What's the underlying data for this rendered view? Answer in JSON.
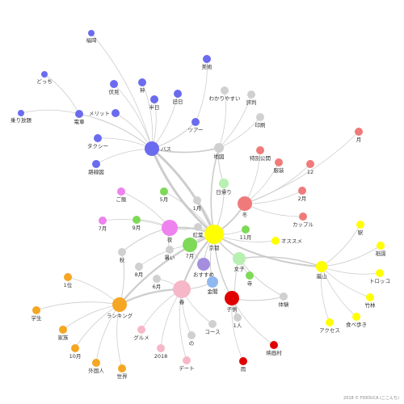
{
  "chart_data": {
    "type": "network",
    "colors": {
      "blue": "#6b6bf0",
      "gray": "#d0d0d0",
      "red": "#f07a7a",
      "yellow": "#ffff00",
      "orange": "#f5a623",
      "violet": "#ee82ee",
      "green": "#7ed957",
      "lightgreen": "#b7f0b1",
      "pink": "#f6b8c8",
      "purple": "#a58ee0",
      "crimson": "#e00000",
      "skyblue": "#8fb8f0",
      "edge": "#c4c4c4"
    },
    "nodes": [
      {
        "id": "bus",
        "label": "バス",
        "color": "blue"
      },
      {
        "id": "fukuoka",
        "label": "福岡",
        "color": "blue"
      },
      {
        "id": "dotchi",
        "label": "どっち",
        "color": "blue"
      },
      {
        "id": "norihoudai",
        "label": "乗り放題",
        "color": "blue"
      },
      {
        "id": "densha",
        "label": "電車",
        "color": "blue"
      },
      {
        "id": "fukuso",
        "label": "伏見",
        "color": "blue"
      },
      {
        "id": "merit",
        "label": "メリット",
        "color": "blue"
      },
      {
        "id": "tachi",
        "label": "神",
        "color": "blue"
      },
      {
        "id": "hanhi",
        "label": "半日",
        "color": "blue"
      },
      {
        "id": "hinichi",
        "label": "旧日",
        "color": "blue"
      },
      {
        "id": "taxi",
        "label": "タクシー",
        "color": "blue"
      },
      {
        "id": "rosenzu",
        "label": "路線図",
        "color": "blue"
      },
      {
        "id": "tour",
        "label": "ツアー",
        "color": "blue"
      },
      {
        "id": "bijutsu",
        "label": "美術",
        "color": "blue"
      },
      {
        "id": "wakariyasui",
        "label": "わかりやすい",
        "color": "gray"
      },
      {
        "id": "hyouban",
        "label": "評判",
        "color": "gray"
      },
      {
        "id": "insatsu",
        "label": "印刷",
        "color": "gray"
      },
      {
        "id": "chizu",
        "label": "地図",
        "color": "gray"
      },
      {
        "id": "kyoto",
        "label": "京都",
        "color": "yellow"
      },
      {
        "id": "fuyu",
        "label": "冬",
        "color": "red"
      },
      {
        "id": "tsuki",
        "label": "月",
        "color": "red"
      },
      {
        "id": "tokubetsu",
        "label": "特別公開",
        "color": "red"
      },
      {
        "id": "fukusou",
        "label": "服装",
        "color": "red"
      },
      {
        "id": "n12",
        "label": "12",
        "color": "red"
      },
      {
        "id": "n2gatsu",
        "label": "2月",
        "color": "red"
      },
      {
        "id": "couple",
        "label": "カップル",
        "color": "red"
      },
      {
        "id": "higaeri",
        "label": "日帰り",
        "color": "lightgreen"
      },
      {
        "id": "n5gatsu",
        "label": "5月",
        "color": "green"
      },
      {
        "id": "n1gatsu",
        "label": "1月",
        "color": "gray"
      },
      {
        "id": "n9gatsu",
        "label": "9月",
        "color": "green"
      },
      {
        "id": "n11gatsu",
        "label": "11月",
        "color": "green"
      },
      {
        "id": "osusume",
        "label": "オススメ",
        "color": "yellow"
      },
      {
        "id": "shiori",
        "label": "ご飯",
        "color": "violet"
      },
      {
        "id": "n7gatsu",
        "label": "7月",
        "color": "violet"
      },
      {
        "id": "yoru",
        "label": "夜",
        "color": "violet"
      },
      {
        "id": "kouyou",
        "label": "紅葉",
        "color": "gray"
      },
      {
        "id": "n7gatsu2",
        "label": "7月",
        "color": "green"
      },
      {
        "id": "joshi",
        "label": "女子",
        "color": "lightgreen"
      },
      {
        "id": "osusume2",
        "label": "おすすめ",
        "color": "purple"
      },
      {
        "id": "tera",
        "label": "寺",
        "color": "green"
      },
      {
        "id": "aki",
        "label": "秋",
        "color": "gray"
      },
      {
        "id": "fuyui",
        "label": "暑い",
        "color": "gray"
      },
      {
        "id": "n8gatsu",
        "label": "8月",
        "color": "gray"
      },
      {
        "id": "n6gatsu",
        "label": "6月",
        "color": "gray"
      },
      {
        "id": "haru",
        "label": "春",
        "color": "pink"
      },
      {
        "id": "kinkaku",
        "label": "金閣",
        "color": "skyblue"
      },
      {
        "id": "kodomo",
        "label": "子供",
        "color": "crimson"
      },
      {
        "id": "taiken",
        "label": "体験",
        "color": "gray"
      },
      {
        "id": "n1nin",
        "label": "1人",
        "color": "gray"
      },
      {
        "id": "ame",
        "label": "雨",
        "color": "crimson"
      },
      {
        "id": "eigamura",
        "label": "映画村",
        "color": "crimson"
      },
      {
        "id": "course",
        "label": "コース",
        "color": "gray"
      },
      {
        "id": "no",
        "label": "の",
        "color": "gray"
      },
      {
        "id": "gourmet",
        "label": "グルメ",
        "color": "pink"
      },
      {
        "id": "n2018",
        "label": "2018",
        "color": "pink"
      },
      {
        "id": "date",
        "label": "デート",
        "color": "pink"
      },
      {
        "id": "ranking",
        "label": "ランキング",
        "color": "orange"
      },
      {
        "id": "n1i",
        "label": "1位",
        "color": "orange"
      },
      {
        "id": "gakusei",
        "label": "学生",
        "color": "orange"
      },
      {
        "id": "kazoku",
        "label": "家族",
        "color": "orange"
      },
      {
        "id": "n10gatsu",
        "label": "10月",
        "color": "orange"
      },
      {
        "id": "gaikokujin",
        "label": "外国人",
        "color": "orange"
      },
      {
        "id": "sekai",
        "label": "世界",
        "color": "orange"
      },
      {
        "id": "arashiyama",
        "label": "嵐山",
        "color": "yellow"
      },
      {
        "id": "eki",
        "label": "駅",
        "color": "yellow"
      },
      {
        "id": "gion",
        "label": "祇園",
        "color": "yellow"
      },
      {
        "id": "torokko",
        "label": "トロッコ",
        "color": "yellow"
      },
      {
        "id": "chikurin",
        "label": "竹林",
        "color": "yellow"
      },
      {
        "id": "tabearuki",
        "label": "食べ歩き",
        "color": "yellow"
      },
      {
        "id": "access",
        "label": "アクセス",
        "color": "yellow"
      }
    ],
    "edges": [
      [
        "bus",
        "fukuoka"
      ],
      [
        "bus",
        "densha"
      ],
      [
        "bus",
        "fukuso"
      ],
      [
        "bus",
        "merit"
      ],
      [
        "bus",
        "tachi"
      ],
      [
        "bus",
        "hanhi"
      ],
      [
        "bus",
        "hinichi"
      ],
      [
        "bus",
        "taxi"
      ],
      [
        "bus",
        "rosenzu"
      ],
      [
        "bus",
        "tour"
      ],
      [
        "bus",
        "chizu"
      ],
      [
        "bus",
        "kyoto"
      ],
      [
        "densha",
        "dotchi"
      ],
      [
        "densha",
        "norihoudai"
      ],
      [
        "tour",
        "bijutsu"
      ],
      [
        "chizu",
        "wakariyasui"
      ],
      [
        "chizu",
        "hyouban"
      ],
      [
        "chizu",
        "insatsu"
      ],
      [
        "chizu",
        "kyoto"
      ],
      [
        "chizu",
        "higaeri"
      ],
      [
        "kyoto",
        "fuyu"
      ],
      [
        "fuyu",
        "tsuki"
      ],
      [
        "fuyu",
        "tokubetsu"
      ],
      [
        "fuyu",
        "fukusou"
      ],
      [
        "fuyu",
        "n12"
      ],
      [
        "fuyu",
        "n2gatsu"
      ],
      [
        "fuyu",
        "couple"
      ],
      [
        "kyoto",
        "higaeri"
      ],
      [
        "kyoto",
        "n1gatsu"
      ],
      [
        "kyoto",
        "n11gatsu"
      ],
      [
        "kyoto",
        "osusume"
      ],
      [
        "kyoto",
        "arashiyama"
      ],
      [
        "kyoto",
        "yoru"
      ],
      [
        "kyoto",
        "kouyou"
      ],
      [
        "kyoto",
        "n7gatsu2"
      ],
      [
        "kyoto",
        "joshi"
      ],
      [
        "kyoto",
        "osusume2"
      ],
      [
        "kyoto",
        "haru"
      ],
      [
        "kyoto",
        "kinkaku"
      ],
      [
        "kyoto",
        "kodomo"
      ],
      [
        "kyoto",
        "ranking"
      ],
      [
        "kyoto",
        "n5gatsu"
      ],
      [
        "kyoto",
        "bus"
      ],
      [
        "yoru",
        "shiori"
      ],
      [
        "yoru",
        "n7gatsu"
      ],
      [
        "yoru",
        "n9gatsu"
      ],
      [
        "yoru",
        "aki"
      ],
      [
        "yoru",
        "fuyui"
      ],
      [
        "yoru",
        "kouyou"
      ],
      [
        "n7gatsu2",
        "osusume2"
      ],
      [
        "n7gatsu2",
        "n8gatsu"
      ],
      [
        "joshi",
        "tera"
      ],
      [
        "joshi",
        "n1nin"
      ],
      [
        "joshi",
        "taiken"
      ],
      [
        "haru",
        "n6gatsu"
      ],
      [
        "haru",
        "gourmet"
      ],
      [
        "haru",
        "n2018"
      ],
      [
        "haru",
        "date"
      ],
      [
        "haru",
        "no"
      ],
      [
        "haru",
        "course"
      ],
      [
        "haru",
        "ranking"
      ],
      [
        "haru",
        "kinkaku"
      ],
      [
        "kodomo",
        "n1nin"
      ],
      [
        "kodomo",
        "eigamura"
      ],
      [
        "kodomo",
        "ame"
      ],
      [
        "kodomo",
        "taiken"
      ],
      [
        "ranking",
        "n1i"
      ],
      [
        "ranking",
        "gakusei"
      ],
      [
        "ranking",
        "kazoku"
      ],
      [
        "ranking",
        "n10gatsu"
      ],
      [
        "ranking",
        "gaikokujin"
      ],
      [
        "ranking",
        "sekai"
      ],
      [
        "ranking",
        "aki"
      ],
      [
        "arashiyama",
        "eki"
      ],
      [
        "arashiyama",
        "gion"
      ],
      [
        "arashiyama",
        "torokko"
      ],
      [
        "arashiyama",
        "chikurin"
      ],
      [
        "arashiyama",
        "tabearuki"
      ],
      [
        "arashiyama",
        "access"
      ],
      [
        "arashiyama",
        "joshi"
      ]
    ]
  },
  "credit": "2018 © FIDDUCA (ここんち)"
}
